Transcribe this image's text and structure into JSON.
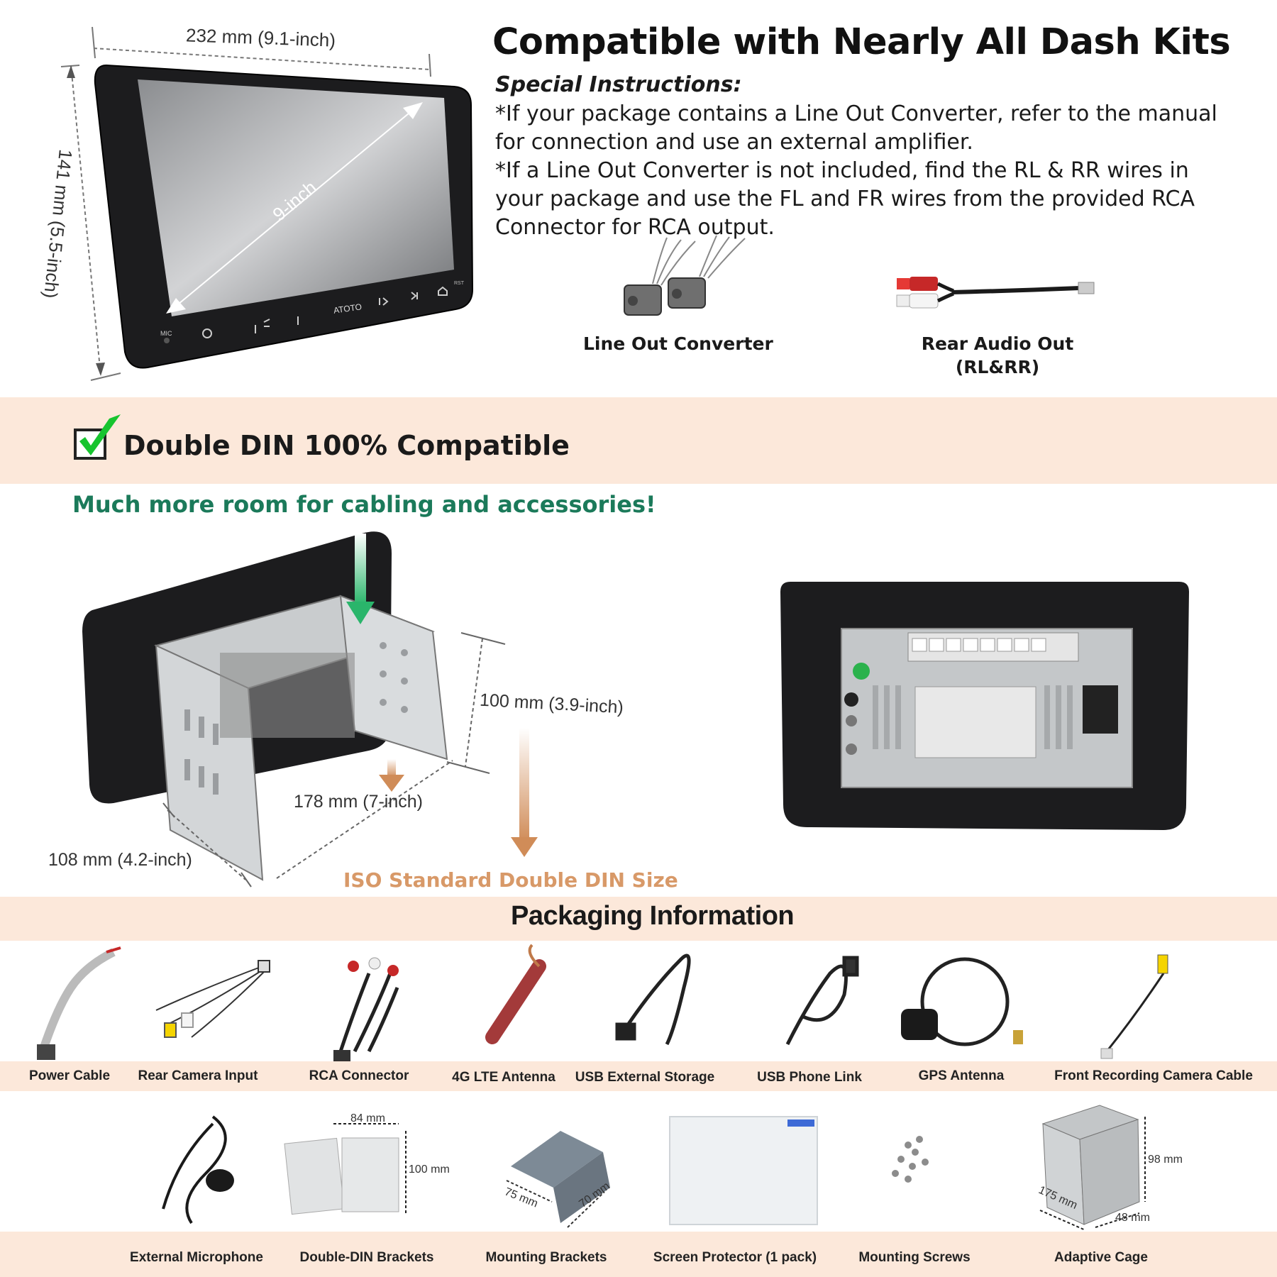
{
  "dimensions": {
    "width": "232 mm (9.1-inch)",
    "height": "141 mm (5.5-inch)",
    "diagonal": "9-inch",
    "din_height": "100 mm (3.9-inch)",
    "din_width": "178 mm (7-inch)",
    "din_depth": "108 mm (4.2-inch)"
  },
  "device_buttons": {
    "mic": "MIC",
    "brand": "ATOTO",
    "rst": "RST"
  },
  "header": {
    "title": "Compatible with Nearly All Dash Kits",
    "instructions_title": "Special Instructions:",
    "instruction_1": "*If your package contains a Line Out Converter, refer to the manual for connection and use an external amplifier.",
    "instruction_2": "*If a Line Out Converter is not included, find the RL & RR wires in your package and use the FL and FR wires from the provided RCA Connector for RCA output."
  },
  "accessories": {
    "line_out": "Line Out Converter",
    "rear_audio_1": "Rear Audio Out",
    "rear_audio_2": "(RL&RR)"
  },
  "din_section": {
    "title": "Double DIN 100% Compatible",
    "subtitle": "Much more room for cabling and accessories!",
    "iso_label": "ISO Standard Double DIN Size"
  },
  "packaging": {
    "title": "Packaging Information",
    "row1": [
      "Power Cable",
      "Rear Camera Input",
      "RCA Connector",
      "4G LTE Antenna",
      "USB External Storage",
      "USB Phone Link",
      "GPS Antenna",
      "Front Recording Camera Cable"
    ],
    "row2": [
      "External Microphone",
      "Double-DIN Brackets",
      "Mounting Brackets",
      "Screen Protector (1 pack)",
      "Mounting Screws",
      "Adaptive Cage"
    ],
    "bracket_dims": {
      "double_din_w": "84 mm",
      "double_din_h": "100 mm",
      "mount_a": "75 mm",
      "mount_b": "70 mm",
      "cage_h": "98 mm",
      "cage_d": "175 mm",
      "cage_w": "48 mm"
    }
  },
  "colors": {
    "band": "#fce8da",
    "green": "#1b7a5a",
    "iso_orange": "#d89968",
    "check_green": "#17c42f"
  }
}
